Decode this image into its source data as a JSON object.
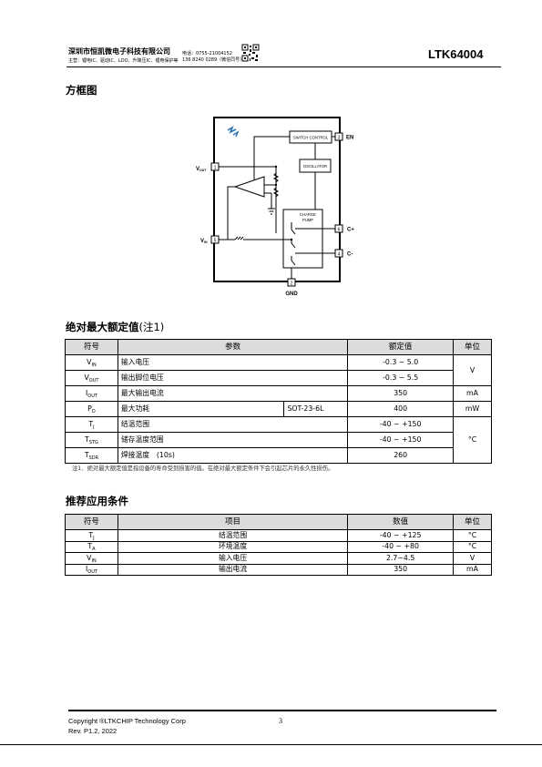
{
  "header": {
    "company": "深圳市恒凯微电子科技有限公司",
    "phone1": "电话：0755-21004152",
    "products": "主营：锂电IC、驱动IC、LDO、升降压IC、锂电保护等",
    "phone2": "136 8240 0289（微信同号）",
    "part_number": "LTK64004"
  },
  "sections": {
    "block_diagram": "方框图",
    "abs_max": "绝对最大额定值",
    "abs_max_note_ref": "(注1)",
    "recommended": "推荐应用条件"
  },
  "diagram": {
    "switch_control": "SWITCH CONTROL",
    "oscillator": "OSCILLATOR",
    "charge_pump_1": "CHARGE",
    "charge_pump_2": "PUMP",
    "pin1_num": "1",
    "pin2_num": "2",
    "pin3_num": "3",
    "pin4_num": "4",
    "pin5_num": "5",
    "pin6_num": "6",
    "pin_en": "EN",
    "pin_vout_main": "V",
    "pin_vout_sub": "OUT",
    "pin_vin_main": "V",
    "pin_vin_sub": "IN",
    "pin_cplus": "C+",
    "pin_cminus": "C-",
    "pin_gnd": "GND"
  },
  "abs_table": {
    "headers": [
      "符号",
      "参数",
      "额定值",
      "单位"
    ],
    "rows": [
      {
        "sym": "V",
        "sub": "IN",
        "param": "输入电压",
        "pkg": "",
        "value": "-0.3 ~ 5.0",
        "unit": "V"
      },
      {
        "sym": "V",
        "sub": "OUT",
        "param": "输出脚位电压",
        "pkg": "",
        "value": "-0.3 ~ 5.5",
        "unit": ""
      },
      {
        "sym": "I",
        "sub": "OUT",
        "param": "最大输出电流",
        "pkg": "",
        "value": "350",
        "unit": "mA"
      },
      {
        "sym": "P",
        "sub": "D",
        "param": "最大功耗",
        "pkg": "SOT-23-6L",
        "value": "400",
        "unit": "mW"
      },
      {
        "sym": "T",
        "sub": "J",
        "param": "结温范围",
        "pkg": "",
        "value": "-40 ~ +150",
        "unit": "°C"
      },
      {
        "sym": "T",
        "sub": "STG",
        "param": "储存温度范围",
        "pkg": "",
        "value": "-40 ~ +150",
        "unit": ""
      },
      {
        "sym": "T",
        "sub": "SDR",
        "param": "焊接温度　(10s)",
        "pkg": "",
        "value": "260",
        "unit": ""
      }
    ],
    "note": "注1．绝对最大额定值是指设备的寿命受到损害的值。在绝对最大额定条件下会引起芯片的永久性损伤。"
  },
  "rec_table": {
    "headers": [
      "符号",
      "项目",
      "数值",
      "单位"
    ],
    "rows": [
      {
        "sym": "T",
        "sub": "J",
        "param": "结温范围",
        "value": "-40 ~ +125",
        "unit": "°C"
      },
      {
        "sym": "T",
        "sub": "A",
        "param": "环境温度",
        "value": "-40 ~ +80",
        "unit": "°C"
      },
      {
        "sym": "V",
        "sub": "IN",
        "param": "输入电压",
        "value": "2.7~4.5",
        "unit": "V"
      },
      {
        "sym": "I",
        "sub": "OUT",
        "param": "输出电流",
        "value": "350",
        "unit": "mA"
      }
    ]
  },
  "footer": {
    "copyright": "Copyright ®LTKCHIP Technology Corp",
    "revision": "Rev. P1.2, 2022",
    "page": "3"
  }
}
